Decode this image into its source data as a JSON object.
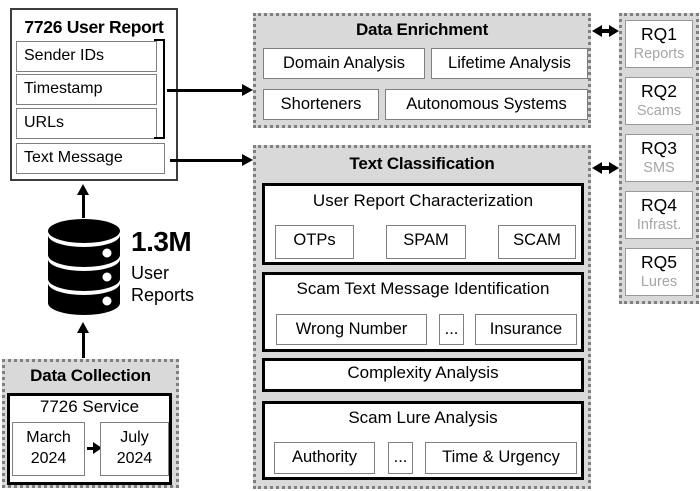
{
  "colors": {
    "panel_fill": "#d9d9d9",
    "panel_border": "#7f7f7f",
    "box_border": "#7f7f7f",
    "thick_border": "#000000",
    "muted_text": "#a6a6a6",
    "arrow": "#000000"
  },
  "user_report": {
    "title": "7726 User Report",
    "fields": [
      "Sender IDs",
      "Timestamp",
      "URLs",
      "Text Message"
    ]
  },
  "database": {
    "count": "1.3M",
    "label_line1": "User",
    "label_line2": "Reports"
  },
  "data_collection": {
    "title": "Data Collection",
    "service": "7726 Service",
    "start": {
      "line1": "March",
      "line2": "2024"
    },
    "end": {
      "line1": "July",
      "line2": "2024"
    }
  },
  "data_enrichment": {
    "title": "Data Enrichment",
    "items": [
      "Domain Analysis",
      "Lifetime Analysis",
      "Shorteners",
      "Autonomous Systems"
    ]
  },
  "text_classification": {
    "title": "Text Classification",
    "sections": [
      {
        "title": "User Report Characterization",
        "items": [
          "OTPs",
          "SPAM",
          "SCAM"
        ]
      },
      {
        "title": "Scam Text Message Identification",
        "items": [
          "Wrong Number",
          "...",
          "Insurance"
        ]
      },
      {
        "title": "Complexity Analysis",
        "items": []
      },
      {
        "title": "Scam Lure Analysis",
        "items": [
          "Authority",
          "...",
          "Time & Urgency"
        ]
      }
    ]
  },
  "research_questions": [
    {
      "id": "RQ1",
      "topic": "Reports"
    },
    {
      "id": "RQ2",
      "topic": "Scams"
    },
    {
      "id": "RQ3",
      "topic": "SMS"
    },
    {
      "id": "RQ4",
      "topic": "Infrast."
    },
    {
      "id": "RQ5",
      "topic": "Lures"
    }
  ]
}
